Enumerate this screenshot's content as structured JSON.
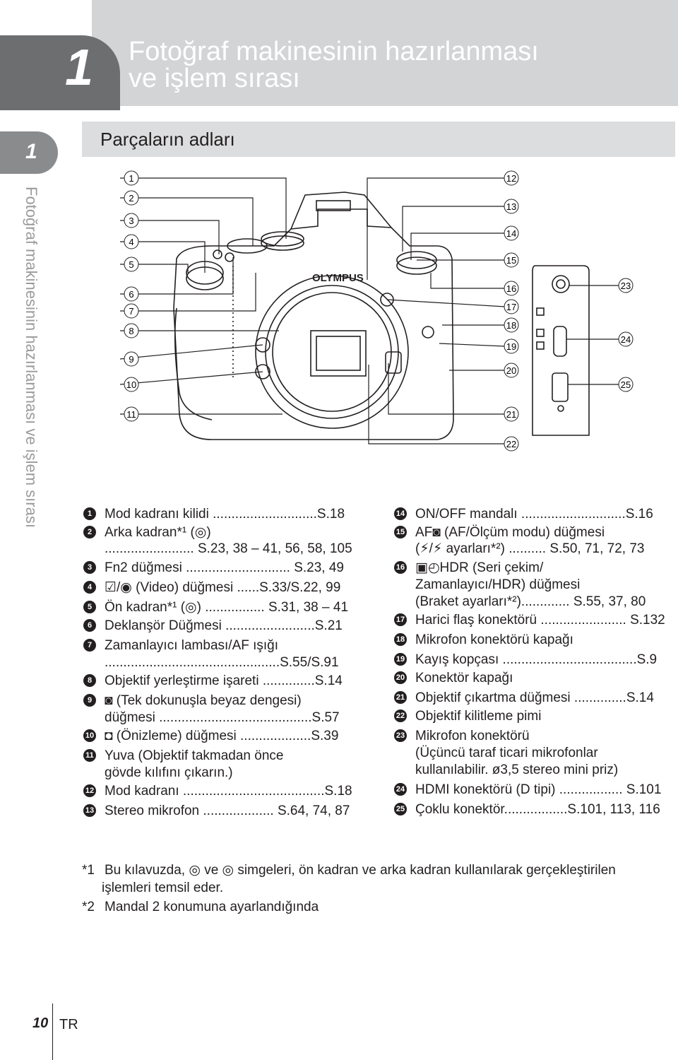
{
  "header": {
    "chapter_number": "1",
    "title_line1": "Fotoğraf makinesinin hazırlanması",
    "title_line2": "ve işlem sırası"
  },
  "side": {
    "chapter_number": "1",
    "vertical_text": "Fotoğraf makinesinin hazırlanması ve işlem sırası"
  },
  "section": {
    "title": "Parçaların adları"
  },
  "diagram": {
    "brand": "OLYMPUS",
    "callouts_left": [
      "1",
      "2",
      "3",
      "4",
      "5",
      "6",
      "7",
      "8",
      "9",
      "10",
      "11"
    ],
    "callouts_right": [
      "12",
      "13",
      "14",
      "15",
      "16",
      "17",
      "18",
      "19",
      "20",
      "21",
      "22"
    ],
    "callouts_side": [
      "23",
      "24",
      "25"
    ]
  },
  "parts_left": [
    {
      "n": "1",
      "lines": [
        "Mod kadranı kilidi ............................S.18"
      ]
    },
    {
      "n": "2",
      "lines": [
        "Arka kadran*¹ (◎)",
        "........................ S.23, 38 – 41, 56, 58, 105"
      ]
    },
    {
      "n": "3",
      "lines": [
        "Fn2 düğmesi ............................ S.23, 49"
      ]
    },
    {
      "n": "4",
      "lines": [
        "☑/◉ (Video) düğmesi ......S.33/S.22, 99"
      ]
    },
    {
      "n": "5",
      "lines": [
        "Ön kadran*¹ (◎) ................ S.31, 38 – 41"
      ]
    },
    {
      "n": "6",
      "lines": [
        "Deklanşör Düğmesi ........................S.21"
      ]
    },
    {
      "n": "7",
      "lines": [
        "Zamanlayıcı lambası/AF ışığı",
        "...............................................S.55/S.91"
      ]
    },
    {
      "n": "8",
      "lines": [
        "Objektif yerleştirme işareti ..............S.14"
      ]
    },
    {
      "n": "9",
      "lines": [
        "◙ (Tek dokunuşla beyaz dengesi)",
        "düğmesi .........................................S.57"
      ]
    },
    {
      "n": "10",
      "lines": [
        "◘ (Önizleme) düğmesi ...................S.39"
      ]
    },
    {
      "n": "11",
      "lines": [
        "Yuva (Objektif takmadan önce",
        "gövde kılıfını çıkarın.)"
      ]
    },
    {
      "n": "12",
      "lines": [
        "Mod kadranı ......................................S.18"
      ]
    },
    {
      "n": "13",
      "lines": [
        "Stereo mikrofon ................... S.64, 74, 87"
      ]
    }
  ],
  "parts_right": [
    {
      "n": "14",
      "lines": [
        "ON/OFF mandalı ............................S.16"
      ]
    },
    {
      "n": "15",
      "lines": [
        "AF◙ (AF/Ölçüm modu) düğmesi",
        "(⚡/⚡ ayarları*²) .......... S.50, 71, 72, 73"
      ]
    },
    {
      "n": "16",
      "lines": [
        "▣◴HDR (Seri çekim/",
        "Zamanlayıcı/HDR) düğmesi",
        "(Braket ayarları*²)............. S.55, 37, 80"
      ]
    },
    {
      "n": "17",
      "lines": [
        "Harici flaş konektörü ....................... S.132"
      ]
    },
    {
      "n": "18",
      "lines": [
        "Mikrofon konektörü kapağı"
      ]
    },
    {
      "n": "19",
      "lines": [
        "Kayış kopçası ....................................S.9"
      ]
    },
    {
      "n": "20",
      "lines": [
        "Konektör kapağı"
      ]
    },
    {
      "n": "21",
      "lines": [
        "Objektif çıkartma düğmesi ..............S.14"
      ]
    },
    {
      "n": "22",
      "lines": [
        "Objektif kilitleme pimi"
      ]
    },
    {
      "n": "23",
      "lines": [
        "Mikrofon konektörü",
        "(Üçüncü taraf ticari mikrofonlar",
        "kullanılabilir. ø3,5 stereo mini priz)"
      ]
    },
    {
      "n": "24",
      "lines": [
        "HDMI konektörü (D tipi) ................. S.101"
      ]
    },
    {
      "n": "25",
      "lines": [
        "Çoklu konektör.................S.101, 113, 116"
      ]
    }
  ],
  "footnotes": [
    {
      "mark": "*1",
      "lines": [
        "Bu kılavuzda, ◎ ve ◎ simgeleri, ön kadran ve arka kadran kullanılarak gerçekleştirilen",
        "işlemleri temsil eder."
      ]
    },
    {
      "mark": "*2",
      "lines": [
        "Mandal 2 konumuna ayarlandığında"
      ]
    }
  ],
  "footer": {
    "page_number": "10",
    "language": "TR"
  }
}
